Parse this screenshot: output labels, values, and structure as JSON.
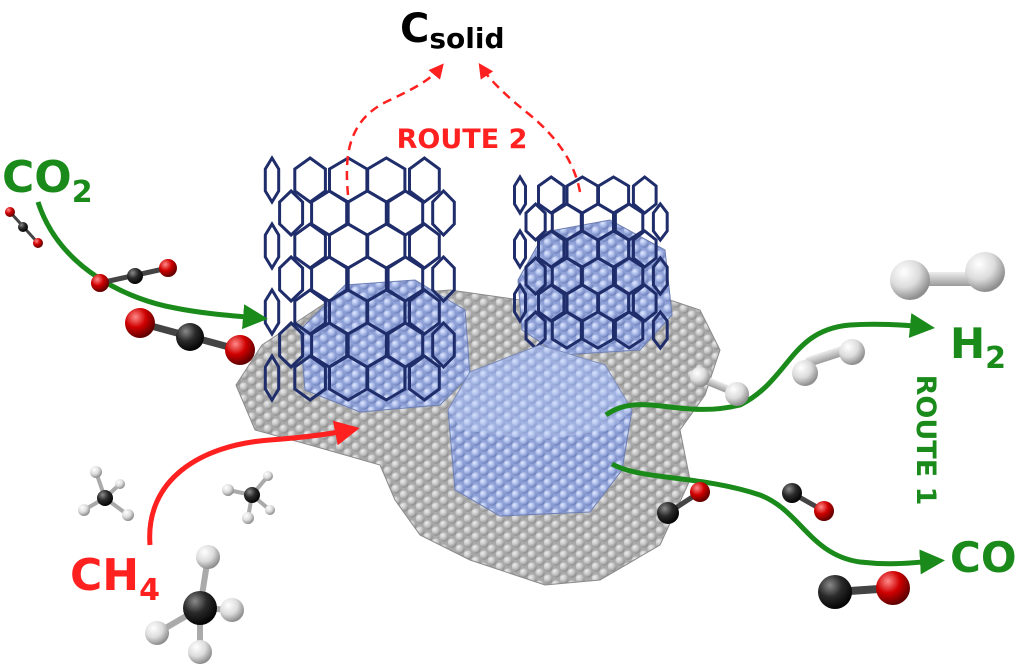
{
  "labels": {
    "c_solid_main": "C",
    "c_solid_sub": "solid",
    "route2": "ROUTE 2",
    "route1": "ROUTE 1",
    "co2_main": "CO",
    "co2_sub": "2",
    "ch4_main": "CH",
    "ch4_sub": "4",
    "h2_main": "H",
    "h2_sub": "2",
    "co": "CO"
  },
  "colors": {
    "green": "#1a8a1a",
    "red": "#ff2020",
    "black": "#000000",
    "nanotube": "#1f2d6b",
    "particle": "#a8b9e8",
    "support": "#bcbcbc",
    "oxygen": "#d00000",
    "carbon": "#222222",
    "hydrogen": "#eeeeee"
  }
}
